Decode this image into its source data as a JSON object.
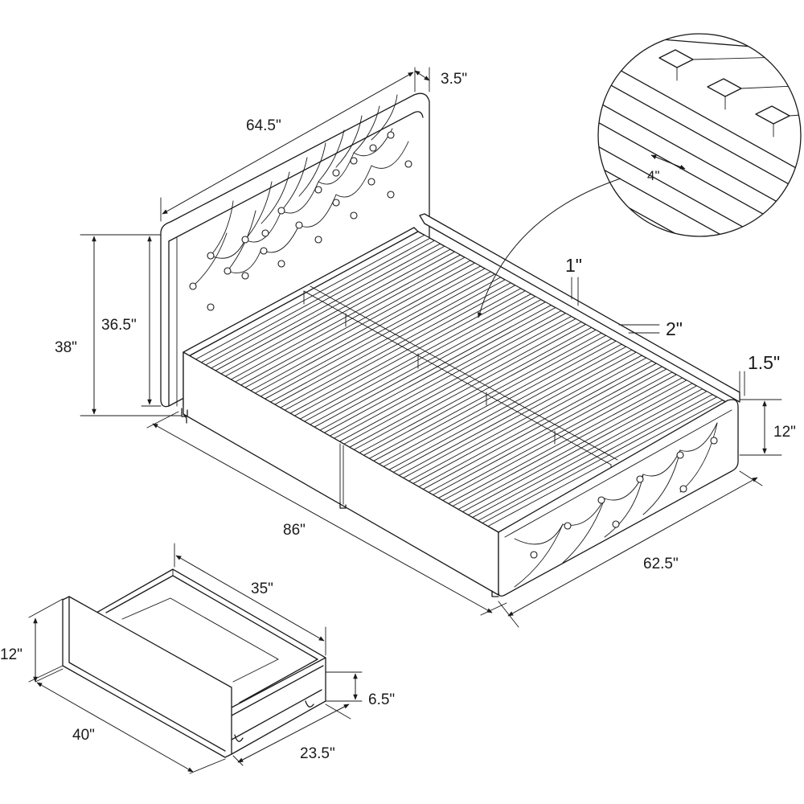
{
  "bed": {
    "headboard_width": "64.5\"",
    "headboard_thickness": "3.5\"",
    "total_height": "38\"",
    "headboard_height": "36.5\"",
    "length": "86\"",
    "width": "62.5\"",
    "footboard_height": "12\"",
    "rail_gap": "1\"",
    "rail_height": "2\"",
    "rail_thickness": "1.5\""
  },
  "slats": {
    "spacing": "4\""
  },
  "drawer": {
    "length": "35\"",
    "height": "12\"",
    "depth": "40\"",
    "width": "23.5\"",
    "inner_height": "6.5\""
  },
  "colors": {
    "line": "#1a1a1a",
    "background": "#ffffff"
  }
}
